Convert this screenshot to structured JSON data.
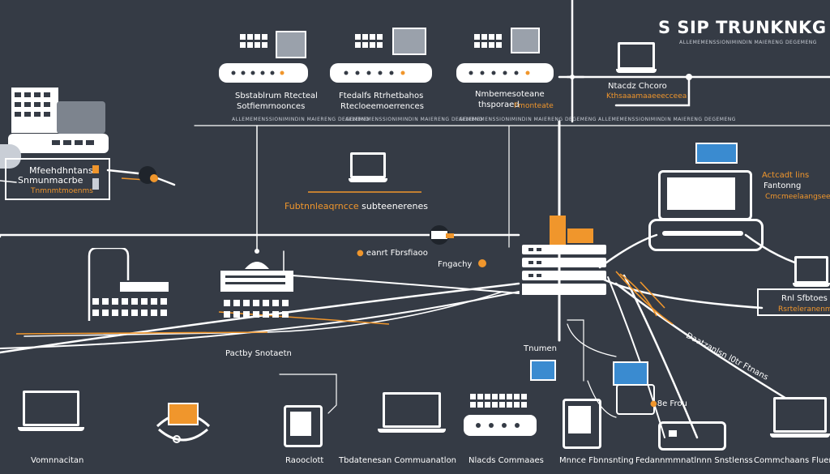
{
  "title": "S SIP TRUNKNKG",
  "labels": {
    "top1": [
      "Sbstablrum Rtecteal",
      "Sotfiemrnoonces"
    ],
    "top2": [
      "Ftedalfs Rtrhetbahos",
      "Rtecloeemoerrences"
    ],
    "top3": [
      "Nmbemesoteane",
      "thsporaed",
      "Fmonteate"
    ],
    "nc": [
      "Ntacdz Chcoro",
      "Kthsaaamaaeeecceea"
    ],
    "left1": [
      "Mfeehdhntans",
      "Snmunmacrbe"
    ],
    "left1_orange": "Tnmnmtmoenms",
    "mid_orange": "Fubtnnleaqrncce",
    "mid_white": "subteenerenes",
    "right_act": [
      "Actcadt lins",
      "Fantonng"
    ],
    "right_act_orange": "Cmcmeelaangsee",
    "cent_fordoo": "eanrt Fbrsfiaoo",
    "fngachy": "Fngachy",
    "pactly": "Pactby Snotaetn",
    "tnumen": "Tnumen",
    "dial": "Daatzanlsn l0tr Ftnans",
    "rnl": "Rnl Sfbtoes",
    "rnl_orange": "Rsrteleranenmes",
    "dfrou": "8e Frou",
    "bottom": [
      "Vomnnacitan",
      "Raooclott",
      "Tbdatenesan Commuanatlon",
      "Nlacds Commaaes",
      "Mnnce Fbnnsnting",
      "Fedannmmnatlnnn Snstlenss",
      "Commchaans Fluens"
    ]
  },
  "tiny_text": "ALLEMEMENSSIONIMINDIN MAIERENG DEGEMENG",
  "colors": {
    "background": "#353b45",
    "line": "#ffffff",
    "accent": "#f0962c",
    "blue": "#3a8bd0"
  },
  "icons": [
    "router-icon",
    "server-rack-icon",
    "laptop-icon",
    "phone-icon",
    "printer-icon",
    "switch-icon",
    "tablet-icon",
    "building-icon"
  ]
}
